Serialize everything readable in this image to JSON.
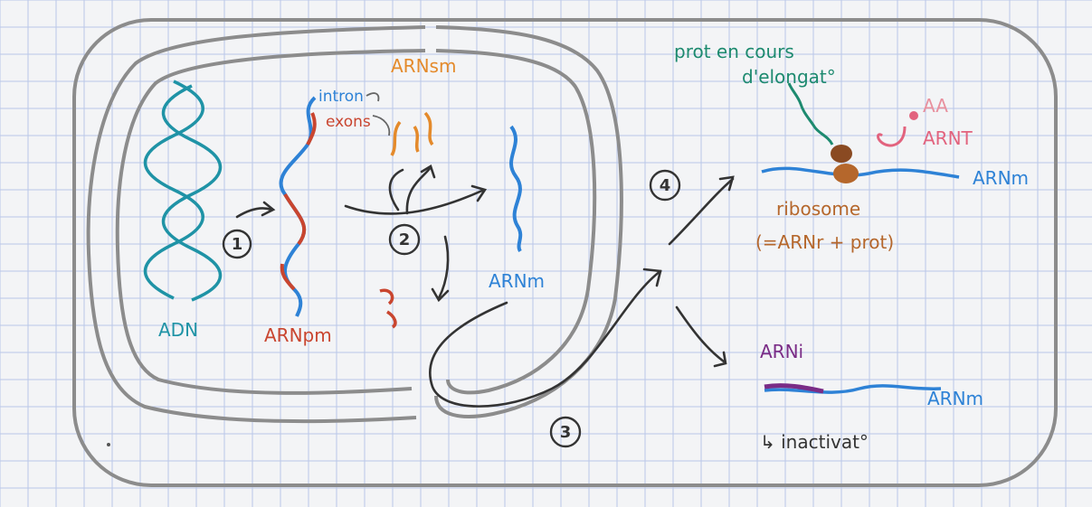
{
  "colors": {
    "paper": "#f3f4f6",
    "grid": "#b9c6e8",
    "pencil": "#8c8c8c",
    "ink": "#333333",
    "teal": "#1f93a6",
    "blue": "#2e82d6",
    "red": "#c9452f",
    "orange": "#e48a2b",
    "green": "#1d8a6f",
    "brown": "#b5672c",
    "pink": "#e2637e",
    "purple": "#7a2c86"
  },
  "labels": {
    "adn": "ADN",
    "arn_pm": "ARNpm",
    "intron": "intron",
    "exons": "exons",
    "arn_sm": "ARNsm",
    "arn_m_nucleus": "ARNm",
    "arn_m_ribosome": "ARNm",
    "arn_m_bottom": "ARNm",
    "prot_en_cours_line1": "prot en cours",
    "prot_en_cours_line2": "d'elongat°",
    "aa": "AA",
    "arn_t": "ARNT",
    "ribosome": "ribosome",
    "ribosome_composition": "(=ARNr + prot)",
    "arn_i": "ARNi",
    "inactivation": "↳ inactivat°"
  },
  "steps": [
    "1",
    "2",
    "3",
    "4"
  ]
}
